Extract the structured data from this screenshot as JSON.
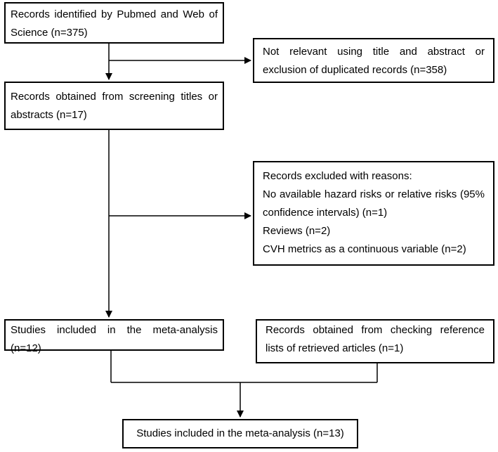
{
  "flowchart": {
    "identified": "Records identified by Pubmed and Web of Science (n=375)",
    "not_relevant": "Not relevant using title and abstract or exclusion of duplicated records (n=358)",
    "screened": "Records obtained from screening titles or abstracts (n=17)",
    "excluded": {
      "heading": "Records excluded with reasons:",
      "reasons": [
        "No available hazard risks or relative risks (95% confidence intervals) (n=1)",
        "Reviews (n=2)",
        "CVH metrics as a continuous variable (n=2)"
      ]
    },
    "included_meta": "Studies included in the meta-analysis (n=12)",
    "reference_lists": "Records obtained from checking reference lists of retrieved articles (n=1)",
    "final_included": "Studies included in the meta-analysis (n=13)"
  }
}
